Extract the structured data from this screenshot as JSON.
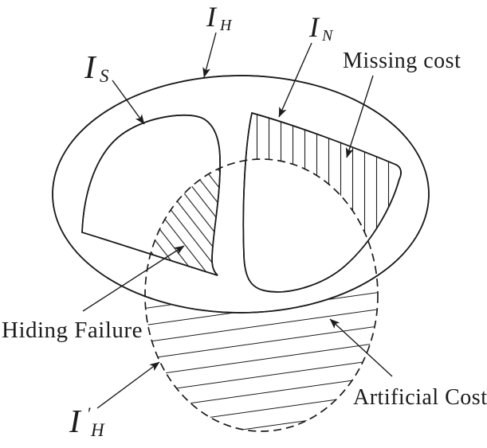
{
  "diagram": {
    "background_color": "#ffffff",
    "line_color": "#1c1c1c",
    "set_labels": {
      "outer": {
        "main": "I",
        "sub": "H"
      },
      "left_blob": {
        "main": "I",
        "sub": "S"
      },
      "right_blob": {
        "main": "I",
        "sub": "N"
      },
      "dashed": {
        "main": "I",
        "prime": "′",
        "sub": "H"
      }
    },
    "region_labels": {
      "missing_cost": "Missing cost",
      "hiding_failure": "Hiding Failure",
      "artificial_cost": "Artificial Cost"
    }
  }
}
